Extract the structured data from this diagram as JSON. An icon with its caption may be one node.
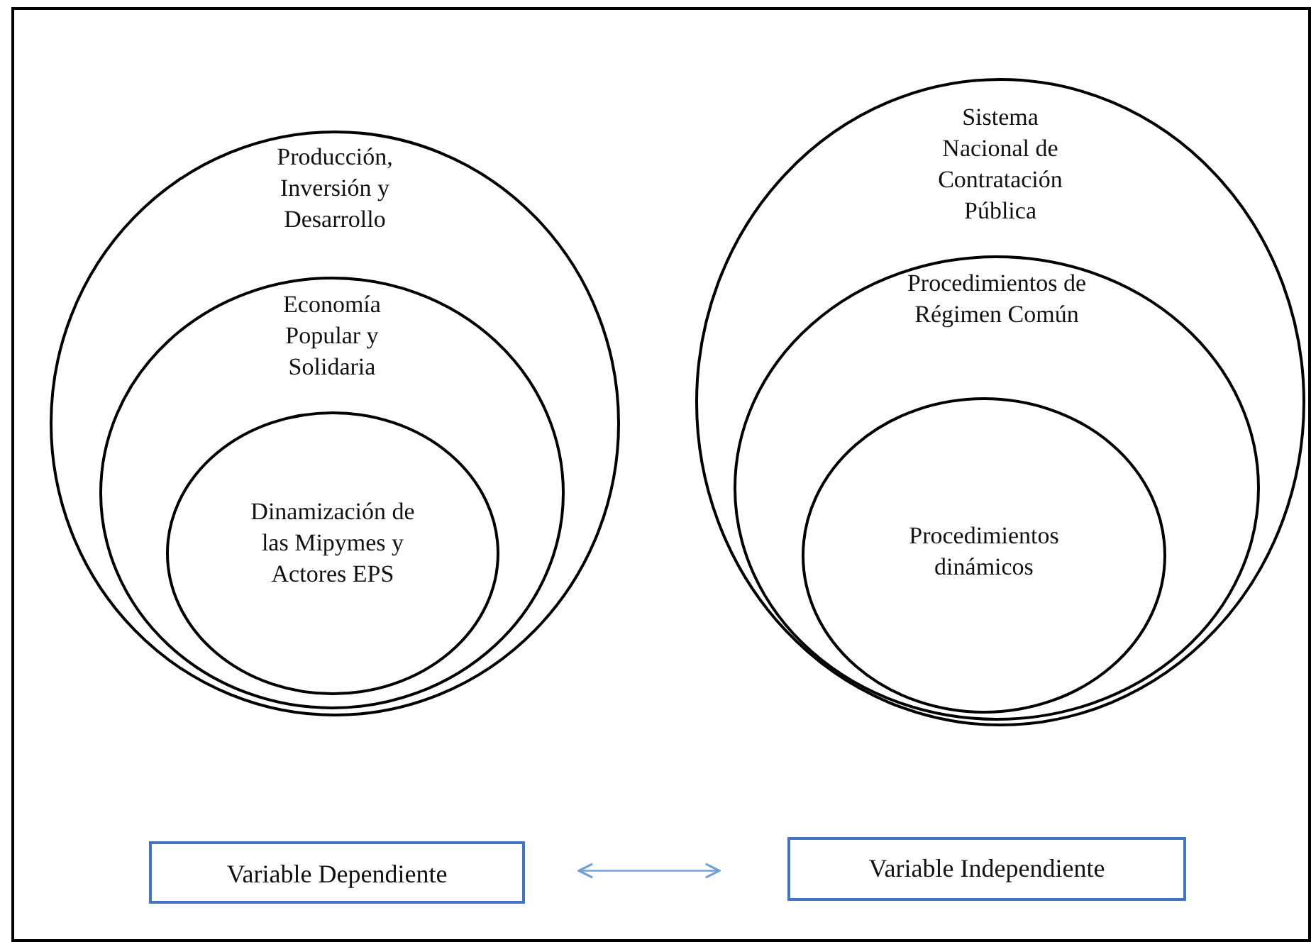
{
  "diagram": {
    "nodes": [
      {
        "text": [
          "Producción, Inversión y Desarrollo"
        ]
      },
      {
        "text": [
          "Economía Popular y Solidaria"
        ],
        "in": 0
      },
      {
        "text": [
          "Dinamización de las Mipymes y Actores EPS"
        ],
        "in": 1
      },
      {
        "text": [
          "Sistema Nacional de Contratación Pública"
        ]
      },
      {
        "text": [
          "Procedimientos de Régimen Común"
        ],
        "in": 3
      },
      {
        "text": [
          "Procedimientos dinámicos"
        ],
        "in": 4
      },
      {
        "text": [
          "Variable Dependiente"
        ]
      },
      {
        "text": [
          "Variable Independiente"
        ]
      }
    ],
    "edges": [
      {
        "from": 6,
        "to": 7,
        "arrow": "both",
        "color": "#6fa0d8"
      }
    ]
  }
}
